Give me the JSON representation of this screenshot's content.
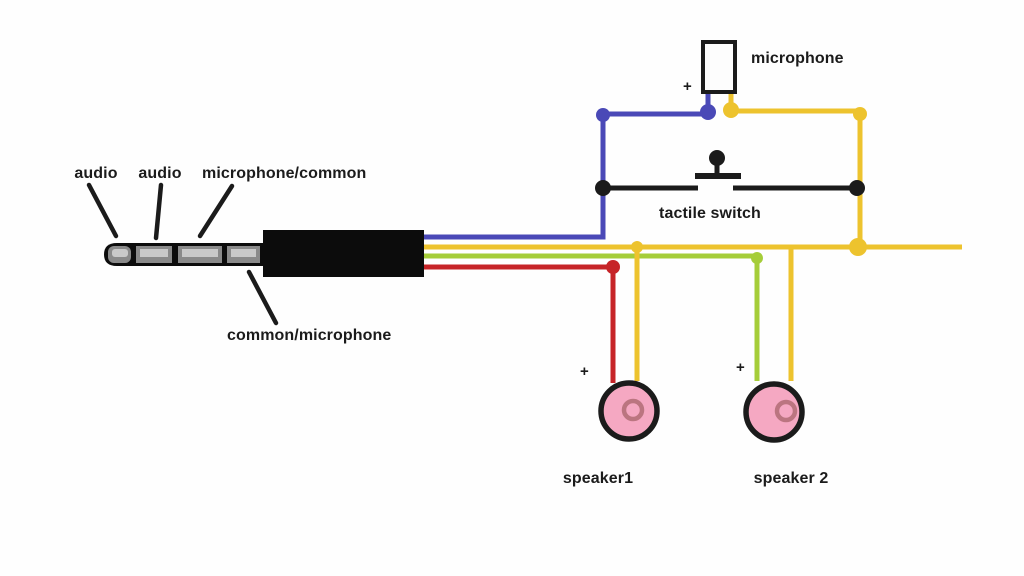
{
  "colors": {
    "background": "#fefefe",
    "ink": "#1b1b1b",
    "wire_blue": "#4a49b7",
    "wire_yellow": "#edc32e",
    "wire_green": "#a5cd39",
    "wire_red": "#c62428",
    "plug_black": "#0c0c0c",
    "plug_segment": "#8a8a8a",
    "plug_highlight": "#c9c9c9",
    "mic_fill": "#fdfdfd",
    "speaker_fill": "#f5a8c2",
    "speaker_ring": "#bb7580"
  },
  "jack": {
    "pins": [
      {
        "label": "audio"
      },
      {
        "label": "audio"
      },
      {
        "label": "microphone/common"
      },
      {
        "label": "common/microphone"
      }
    ]
  },
  "microphone": {
    "label": "microphone",
    "polarity_mark": "+"
  },
  "tactile_switch": {
    "label": "tactile switch"
  },
  "speakers": [
    {
      "label": "speaker1",
      "polarity_mark": "+"
    },
    {
      "label": "speaker 2",
      "polarity_mark": "+"
    }
  ]
}
